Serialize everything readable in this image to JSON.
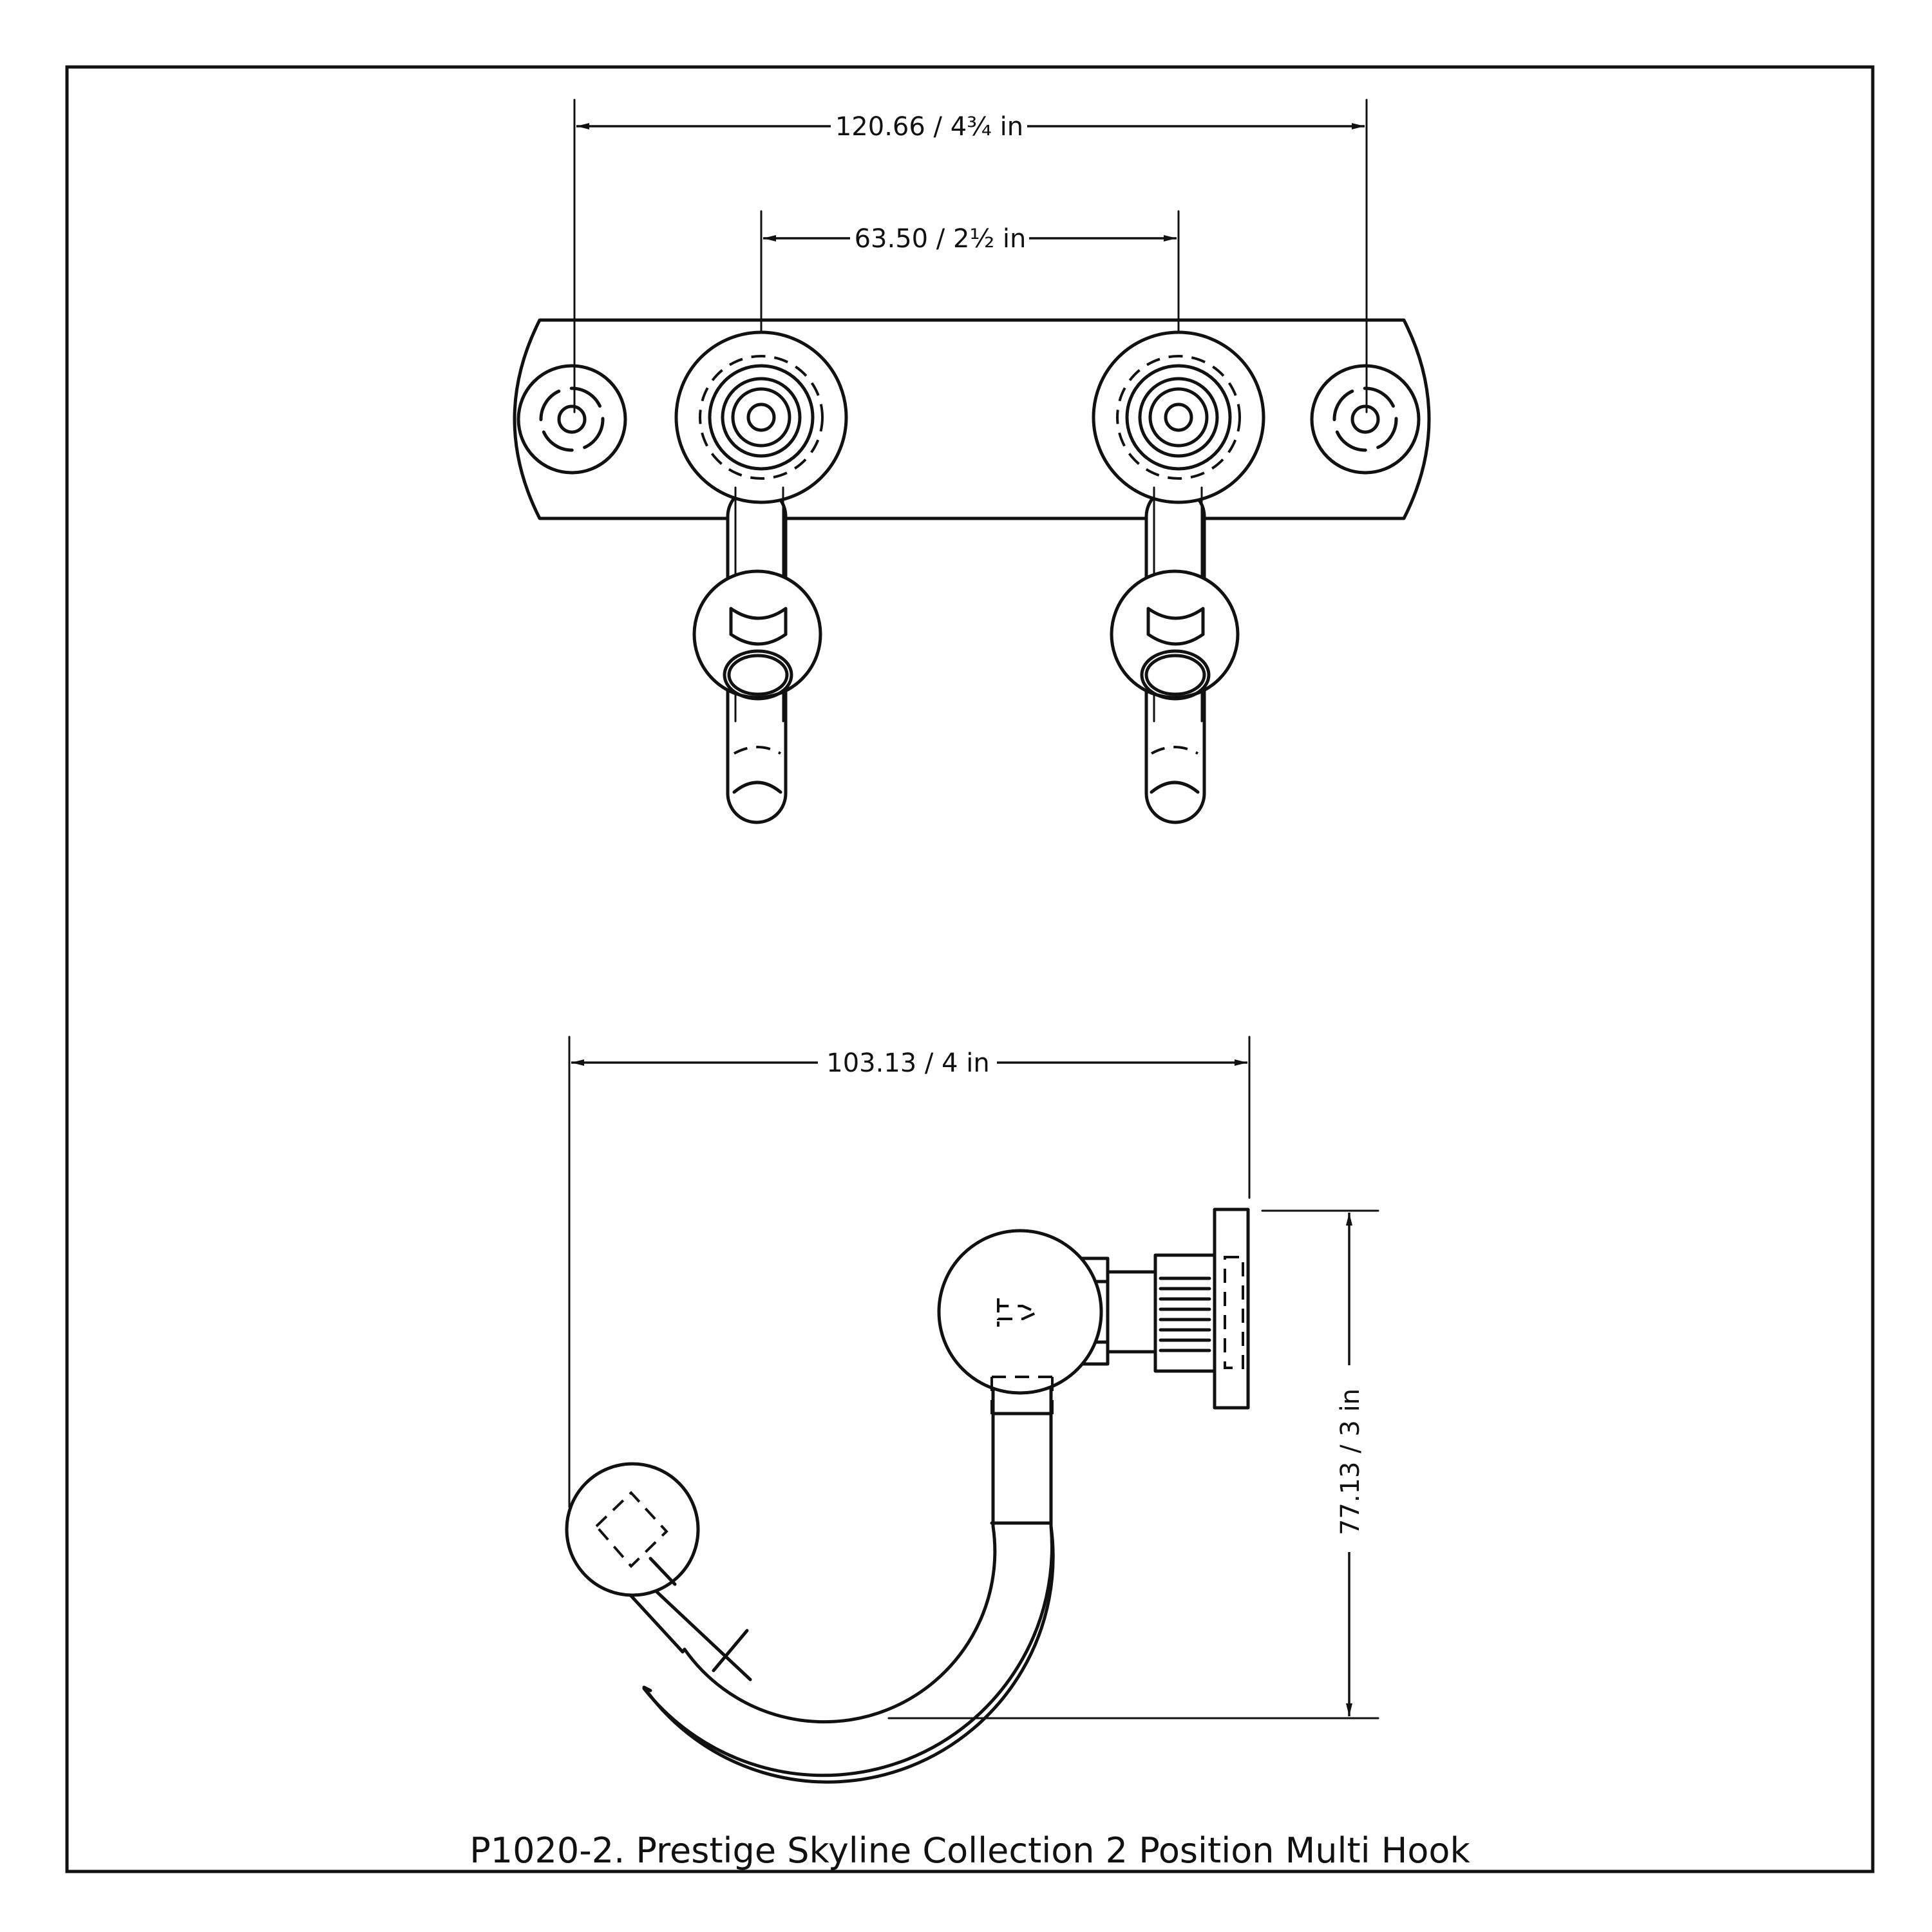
{
  "dimensions": {
    "overall_width": "120.66 / 4¾ in",
    "hook_spacing": "63.50 / 2½ in",
    "projection": "103.13 / 4 in",
    "height": "77.13 / 3 in"
  },
  "caption": "P1020-2. Prestige Skyline Collection 2 Position Multi Hook",
  "colors": {
    "line": "#111111",
    "background": "#ffffff"
  }
}
